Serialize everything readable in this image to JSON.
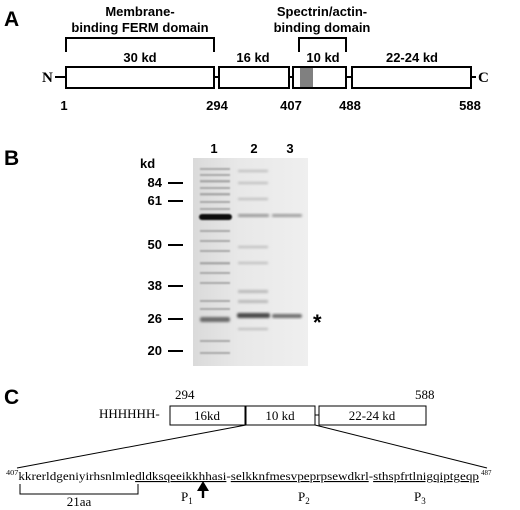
{
  "panels": {
    "a": {
      "letter": "A",
      "domain_left": [
        "Membrane-",
        "binding FERM domain"
      ],
      "domain_right": [
        "Spectrin/actin-",
        "binding domain"
      ],
      "n_label": "N",
      "c_label": "C",
      "segments": [
        {
          "label": "30 kd",
          "shaded": false
        },
        {
          "label": "16 kd",
          "shaded": false
        },
        {
          "label": "10 kd",
          "shaded": true
        },
        {
          "label": "22-24 kd",
          "shaded": false
        }
      ],
      "positions": [
        "1",
        "294",
        "407",
        "488",
        "588"
      ],
      "colors": {
        "shaded_block": "#808080",
        "line": "#000000"
      }
    },
    "b": {
      "letter": "B",
      "kd_label": "kd",
      "lane_labels": [
        "1",
        "2",
        "3"
      ],
      "markers": [
        "84",
        "61",
        "50",
        "38",
        "26",
        "20"
      ],
      "asterisk": "*",
      "gel_background": "#e4e4e4"
    },
    "c": {
      "letter": "C",
      "his_tag": "HHHHHH-",
      "start": "294",
      "end": "588",
      "segments": [
        "16kd",
        "10 kd",
        "22-24 kd"
      ],
      "seq_start": "407",
      "seq_end": "487",
      "seq_plain": "kkrerldgeniyirhsnlmle",
      "seq_d": "dldksqeeik",
      "seq_p1": "khhasi",
      "seq_dash1": "-",
      "seq_p2": "selkknfmesvpeprpsewdkrl",
      "seq_dash2": "-",
      "seq_p3": "sthspfrtlnigqiptgeqp",
      "bracket_label": "21aa",
      "p_labels": [
        "P",
        "P",
        "P"
      ],
      "p_subs": [
        "1",
        "2",
        "3"
      ]
    }
  }
}
